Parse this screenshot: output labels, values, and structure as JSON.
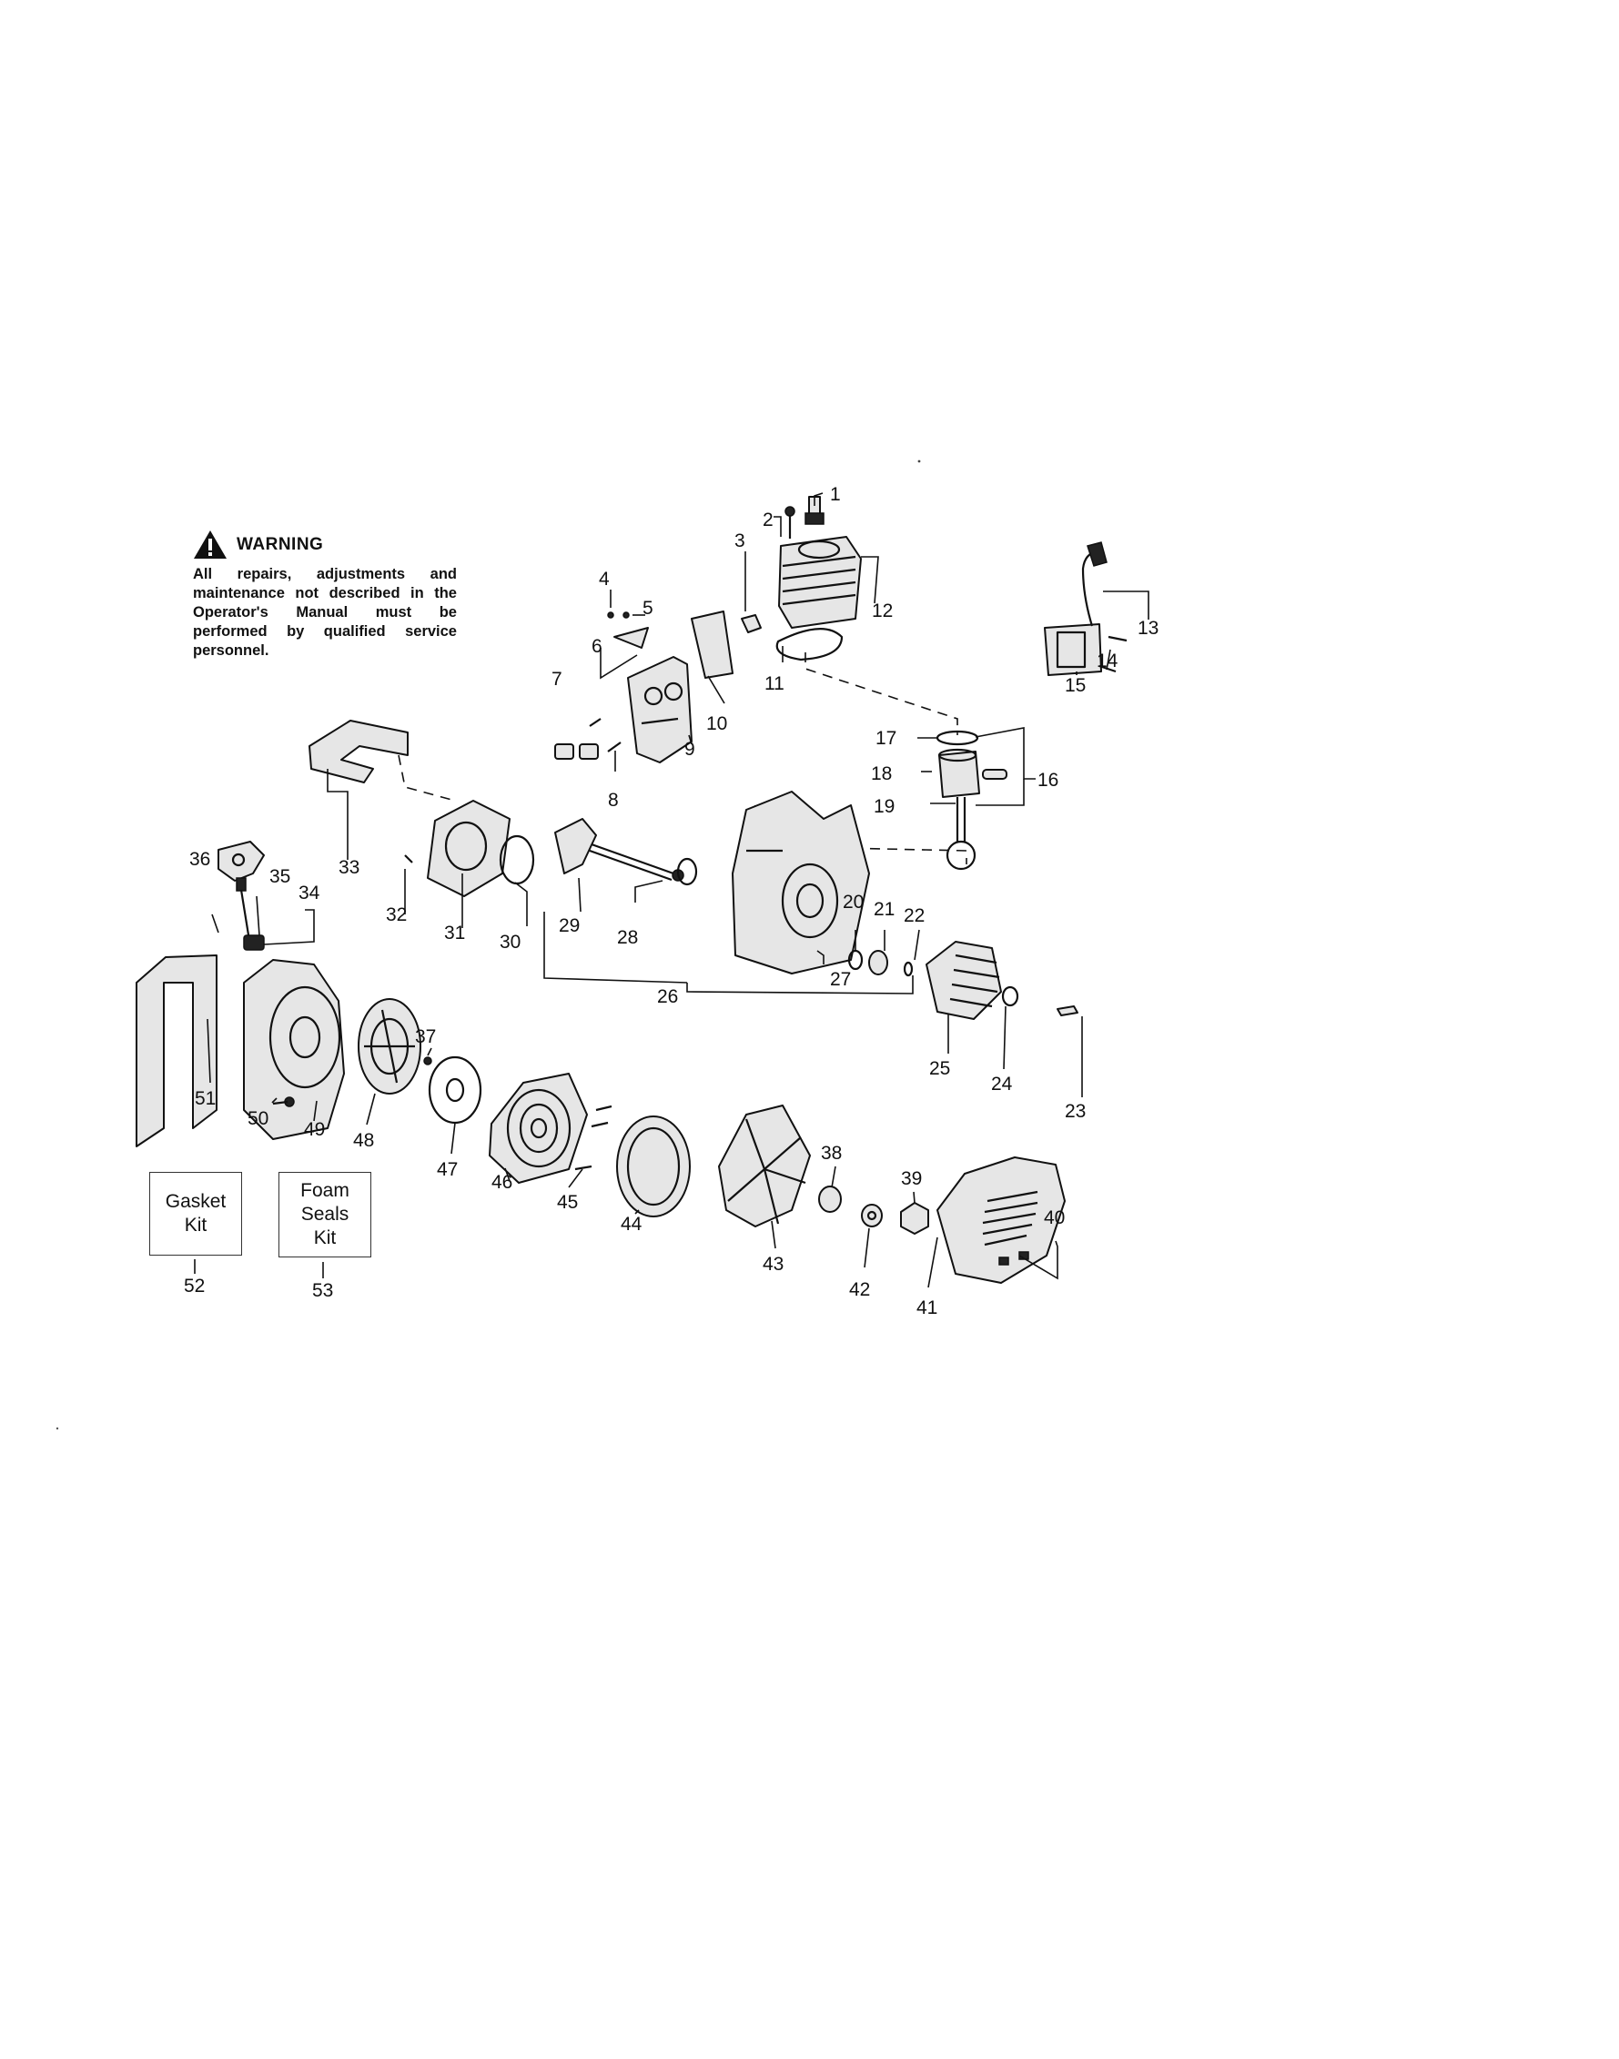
{
  "warning": {
    "title": "WARNING",
    "text": "All repairs, adjustments and maintenance not described in the Operator's Manual must be performed by qualified service personnel."
  },
  "kits": {
    "gasket": {
      "line1": "Gasket",
      "line2": "Kit",
      "number": "52"
    },
    "foam": {
      "line1": "Foam",
      "line2": "Seals",
      "line3": "Kit",
      "number": "53"
    }
  },
  "callouts": [
    "1",
    "2",
    "3",
    "4",
    "5",
    "6",
    "7",
    "8",
    "9",
    "10",
    "11",
    "12",
    "13",
    "14",
    "15",
    "16",
    "17",
    "18",
    "19",
    "20",
    "21",
    "22",
    "23",
    "24",
    "25",
    "26",
    "27",
    "28",
    "29",
    "30",
    "31",
    "32",
    "33",
    "34",
    "35",
    "36",
    "37",
    "38",
    "39",
    "40",
    "41",
    "42",
    "43",
    "44",
    "45",
    "46",
    "47",
    "48",
    "49",
    "50",
    "51"
  ]
}
